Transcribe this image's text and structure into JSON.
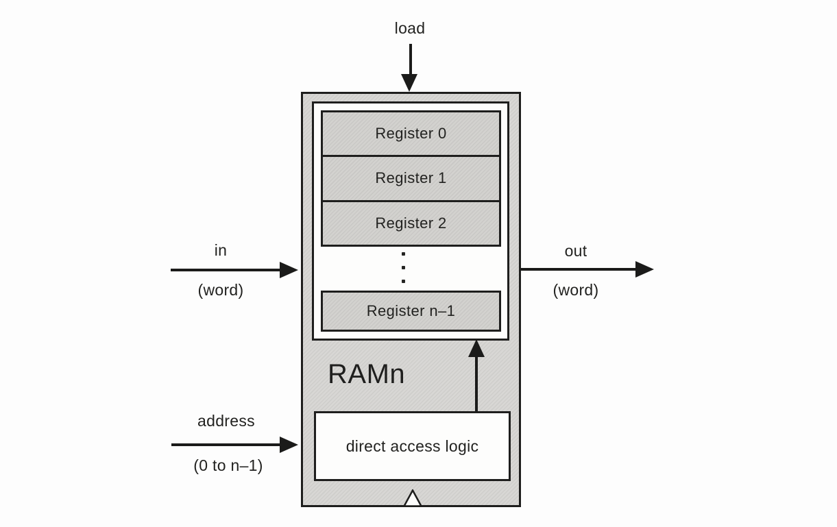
{
  "figure": {
    "chip_name": "RAMn",
    "inputs": {
      "load": {
        "label": "load"
      },
      "in": {
        "label": "in",
        "sublabel": "(word)"
      },
      "address": {
        "label": "address",
        "sublabel": "(0 to n–1)"
      }
    },
    "output": {
      "out": {
        "label": "out",
        "sublabel": "(word)"
      }
    },
    "registers": [
      {
        "label": "Register 0"
      },
      {
        "label": "Register 1"
      },
      {
        "label": "Register 2"
      },
      {
        "label": "Register n–1"
      }
    ],
    "direct_access_logic_label": "direct access logic",
    "colors": {
      "chip_fill": "#d6d5d2",
      "register_fill": "#d0cfcc",
      "panel_fill": "#fdfdfc",
      "line": "#1e1e1d",
      "background": "#fdfdfd"
    }
  }
}
